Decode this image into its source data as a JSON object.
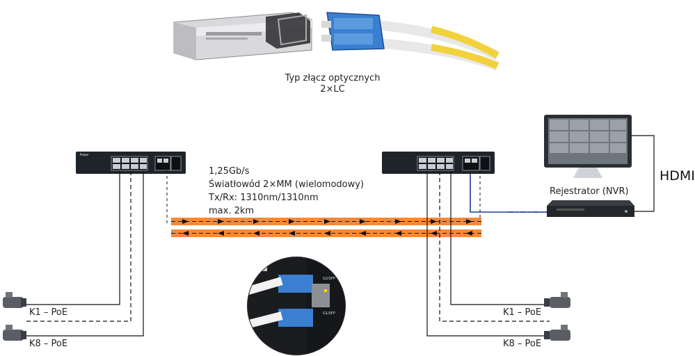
{
  "connector_caption": {
    "line1": "Typ złącz optycznych",
    "line2": "2×LC"
  },
  "fiber_specs": [
    "1,25Gb/s",
    "Światłowód 2×MM (wielomodowy)",
    "Tx/Rx: 1310nm/1310nm",
    "max. 2km"
  ],
  "nvr_label": "Rejestrator (NVR)",
  "hdmi_label": "HDMI",
  "cameras": {
    "left_first": "K1 – PoE",
    "left_last": "K8 – PoE",
    "right_first": "K1 – PoE",
    "right_last": "K8 – PoE"
  },
  "colors": {
    "fiber_orange": "#f08a3c",
    "uplink_blue": "#1a3c9c",
    "switch_body": "#1f242b",
    "sfp_blue": "#3a7fd0",
    "fiber_yellow": "#f2d23c"
  },
  "icons": [
    "sfp-module-icon",
    "lc-connector-icon",
    "switch-icon",
    "monitor-icon",
    "nvr-icon",
    "camera-icon",
    "sfp-closeup-icon"
  ]
}
